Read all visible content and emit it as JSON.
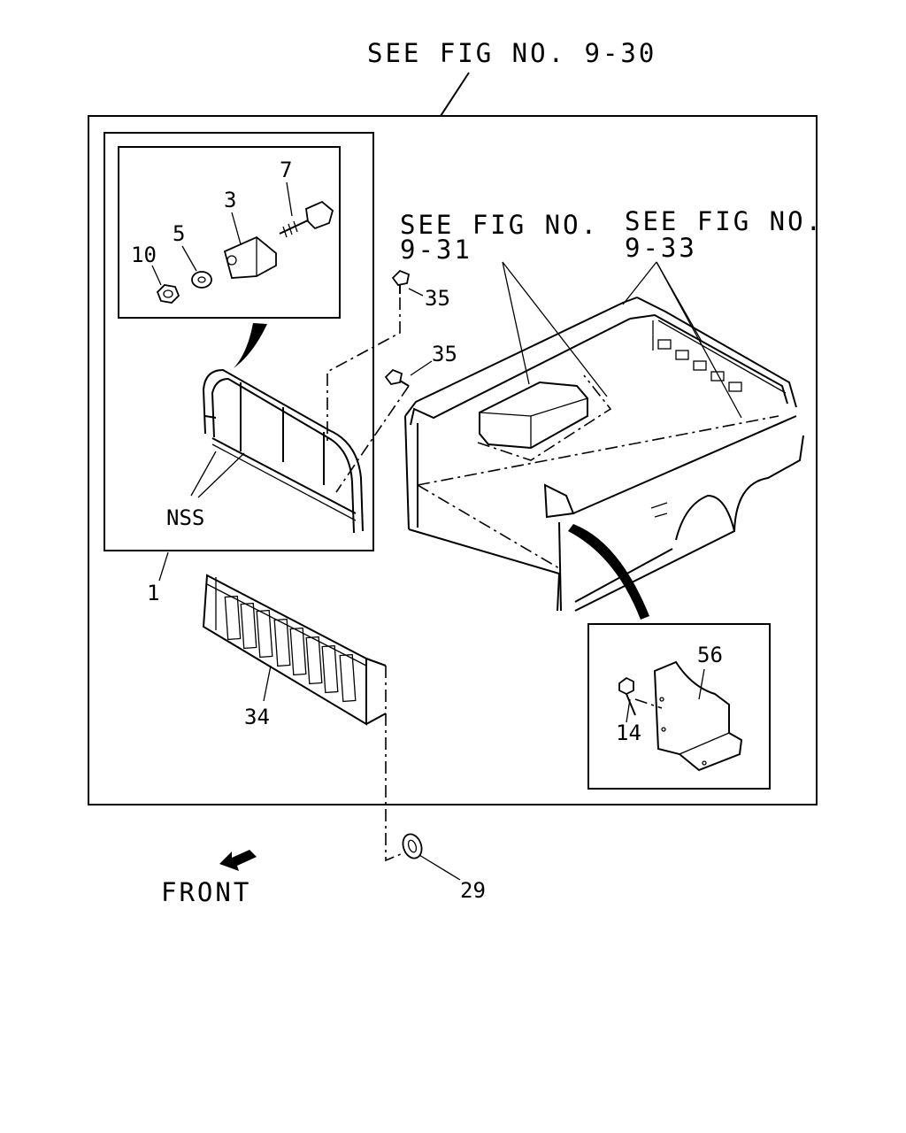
{
  "references": {
    "fig_9_30": "SEE FIG NO. 9-30",
    "fig_9_31_line1": "SEE FIG NO.",
    "fig_9_31_line2": "9-31",
    "fig_9_33_line1": "SEE FIG NO.",
    "fig_9_33_line2": "9-33"
  },
  "callouts": {
    "p1": "1",
    "p3": "3",
    "p5": "5",
    "p7": "7",
    "p10": "10",
    "p14": "14",
    "p29": "29",
    "p34": "34",
    "p35_upper": "35",
    "p35_lower": "35",
    "p56": "56",
    "nss": "NSS"
  },
  "direction": {
    "label": "FRONT",
    "icon": "front-arrow-icon"
  }
}
